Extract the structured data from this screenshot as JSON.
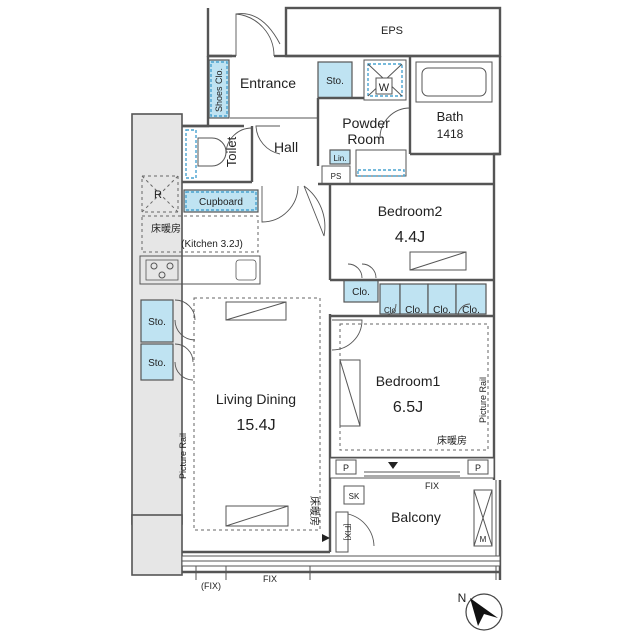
{
  "labels": {
    "eps": "EPS",
    "entrance": "Entrance",
    "shoes_clo": "Shoes Clo.",
    "sto_entrance": "Sto.",
    "wm": "W",
    "bath": "Bath",
    "bath_size": "1418",
    "powder_room_1": "Powder",
    "powder_room_2": "Room",
    "lin": "Lin.",
    "ps": "PS",
    "toilet": "Toilet",
    "hall": "Hall",
    "refrigerator": "R",
    "cupboard": "Cupboard",
    "floor_heating_kitchen": "床暖房",
    "kitchen": "(Kitchen 3.2J)",
    "bedroom2": "Bedroom2",
    "bedroom2_size": "4.4J",
    "clo_bedroom2": "Clo.",
    "clo_small": "Clo",
    "clo_1": "Clo.",
    "clo_2": "Clo.",
    "clo_3": "Clo.",
    "sto_1": "Sto.",
    "sto_2": "Sto.",
    "living_dining": "Living Dining",
    "living_dining_size": "15.4J",
    "bedroom1": "Bedroom1",
    "bedroom1_size": "6.5J",
    "picture_rail_bedroom1": "Picture Rail",
    "floor_heating_bedroom1": "床暖房",
    "picture_rail_living": "Picture Rail",
    "floor_heating_living": "床暖房",
    "fix_balcony": "FIX",
    "p_left": "P",
    "p_right": "P",
    "sk": "SK",
    "balcony": "Balcony",
    "fix_vertical": "[FIX]",
    "m": "M",
    "fix_bottom_paren": "(FIX)",
    "fix_bottom": "FIX",
    "north": "N"
  }
}
